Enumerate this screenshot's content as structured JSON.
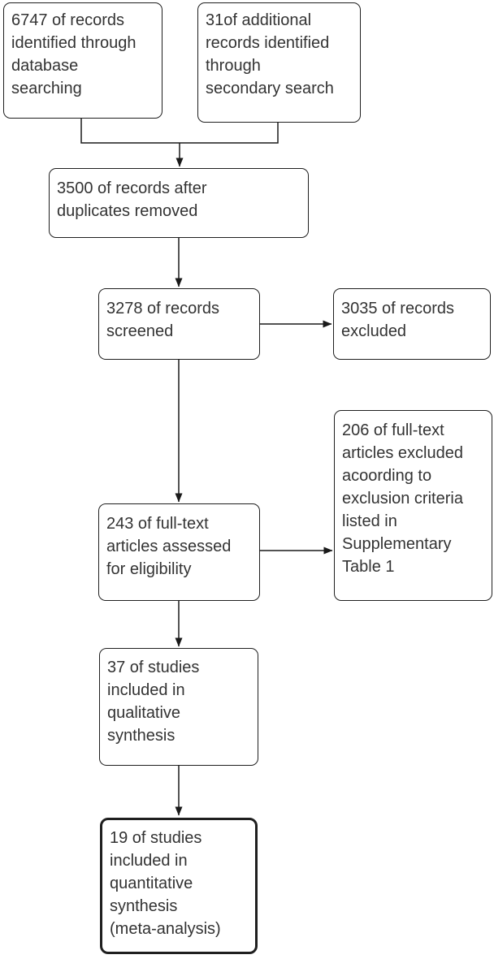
{
  "diagram": {
    "type": "flowchart",
    "style": {
      "border_color": "#1f1f1f",
      "text_color": "#333333",
      "box_background": "#ffffff",
      "arrow_color": "#1a1a1a"
    },
    "nodes": [
      {
        "id": "identified-database",
        "text": "6747 of records\nidentified through\ndatabase\nsearching",
        "emphasis": false
      },
      {
        "id": "identified-secondary",
        "text": "31of additional\nrecords identified\nthrough\nsecondary search",
        "emphasis": false
      },
      {
        "id": "after-duplicates",
        "text": "3500 of records after\nduplicates removed",
        "emphasis": false
      },
      {
        "id": "screened",
        "text": "3278 of records\nscreened",
        "emphasis": false
      },
      {
        "id": "records-excluded",
        "text": "3035 of records\nexcluded",
        "emphasis": false
      },
      {
        "id": "fulltext-assessed",
        "text": "243 of full-text\narticles assessed\nfor eligibility",
        "emphasis": false
      },
      {
        "id": "fulltext-excluded",
        "text": "206 of full-text\narticles excluded\nacoording to\nexclusion criteria\nlisted in\nSupplementary\nTable 1",
        "emphasis": false
      },
      {
        "id": "qualitative",
        "text": "37 of studies\nincluded in\nqualitative\nsynthesis",
        "emphasis": false
      },
      {
        "id": "quantitative",
        "text": "19 of studies\nincluded in\nquantitative\nsynthesis\n(meta-analysis)",
        "emphasis": true
      }
    ],
    "edges": [
      {
        "from": "identified-database",
        "to": "after-duplicates",
        "type": "merge-arrow-down"
      },
      {
        "from": "identified-secondary",
        "to": "after-duplicates",
        "type": "merge-arrow-down"
      },
      {
        "from": "after-duplicates",
        "to": "screened",
        "type": "arrow-down"
      },
      {
        "from": "screened",
        "to": "records-excluded",
        "type": "arrow-right"
      },
      {
        "from": "screened",
        "to": "fulltext-assessed",
        "type": "arrow-down"
      },
      {
        "from": "fulltext-assessed",
        "to": "fulltext-excluded",
        "type": "arrow-right"
      },
      {
        "from": "fulltext-assessed",
        "to": "qualitative",
        "type": "arrow-down"
      },
      {
        "from": "qualitative",
        "to": "quantitative",
        "type": "arrow-down"
      }
    ]
  }
}
